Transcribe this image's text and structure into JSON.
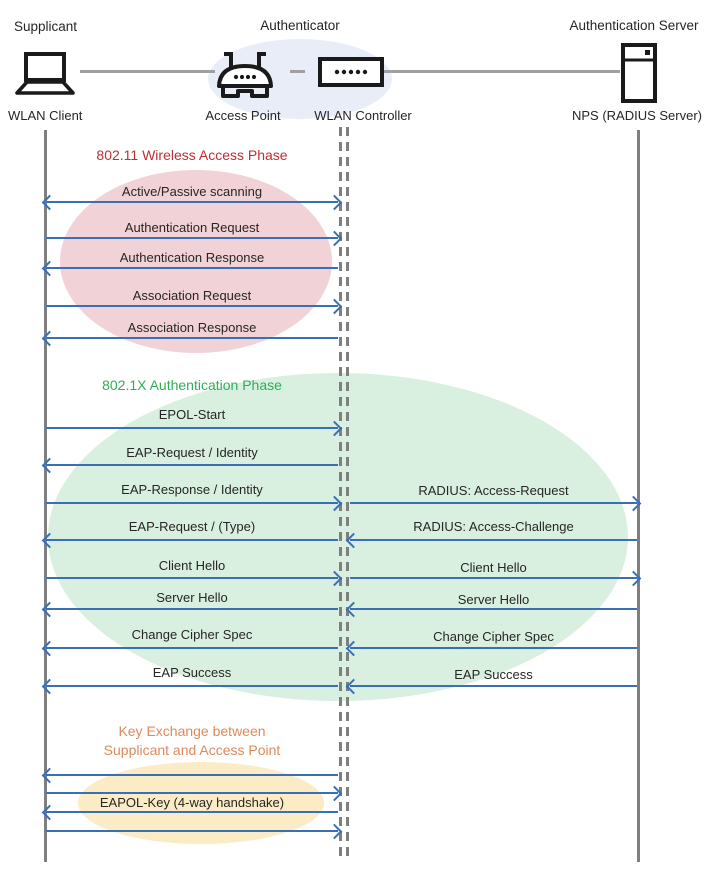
{
  "header": {
    "roles": [
      "Supplicant",
      "Authenticator",
      "Authentication Server"
    ],
    "devices": [
      "WLAN Client",
      "Access Point",
      "WLAN Controller",
      "NPS (RADIUS Server)"
    ]
  },
  "icons": {
    "wlan_client": "laptop-icon",
    "access_point": "wireless-router-icon",
    "wlan_controller": "controller-box-icon",
    "authentication_server": "server-icon"
  },
  "colors": {
    "arrow_blue": "#3a6eb5",
    "lifeline_gray": "#7f7f7f",
    "connector_gray": "#a0a0a0",
    "authenticator_halo": "#e9edf7",
    "phase1_title": "#bd2e35",
    "phase1_fill": "#f1d2d6",
    "phase2_title": "#2fae58",
    "phase2_fill": "#d9efdf",
    "phase3_title": "#dd8a5a",
    "phase3_fill": "#fcecc6"
  },
  "phases": [
    {
      "title": "802.11 Wireless Access Phase",
      "messages": [
        {
          "label": "Active/Passive scanning",
          "direction": "both"
        },
        {
          "label": "Authentication Request",
          "direction": "right"
        },
        {
          "label": "Authentication Response",
          "direction": "left"
        },
        {
          "label": "Association Request",
          "direction": "right"
        },
        {
          "label": "Association Response",
          "direction": "left"
        }
      ]
    },
    {
      "title": "802.1X Authentication Phase",
      "messages": [
        {
          "label": "EPOL-Start",
          "direction": "right"
        },
        {
          "label": "EAP-Request / Identity",
          "direction": "left"
        },
        {
          "label": "EAP-Response / Identity",
          "direction": "right",
          "right": {
            "label": "RADIUS: Access-Request",
            "direction": "right"
          }
        },
        {
          "label": "EAP-Request / (Type)",
          "direction": "left",
          "right": {
            "label": "RADIUS: Access-Challenge",
            "direction": "left"
          }
        },
        {
          "label": "Client Hello",
          "direction": "right",
          "right": {
            "label": "Client Hello",
            "direction": "right"
          }
        },
        {
          "label": "Server Hello",
          "direction": "left",
          "right": {
            "label": "Server Hello",
            "direction": "left"
          }
        },
        {
          "label": "Change Cipher Spec",
          "direction": "left",
          "right": {
            "label": "Change Cipher Spec",
            "direction": "left"
          }
        },
        {
          "label": "EAP Success",
          "direction": "left",
          "right": {
            "label": "EAP Success",
            "direction": "left"
          }
        }
      ]
    },
    {
      "title_line1": "Key Exchange between",
      "title_line2": "Supplicant and Access Point",
      "messages": [
        {
          "label": "",
          "direction": "left"
        },
        {
          "label": "",
          "direction": "right"
        },
        {
          "label": "EAPOL-Key (4-way handshake)",
          "direction": "left"
        },
        {
          "label": "",
          "direction": "right"
        }
      ]
    }
  ]
}
